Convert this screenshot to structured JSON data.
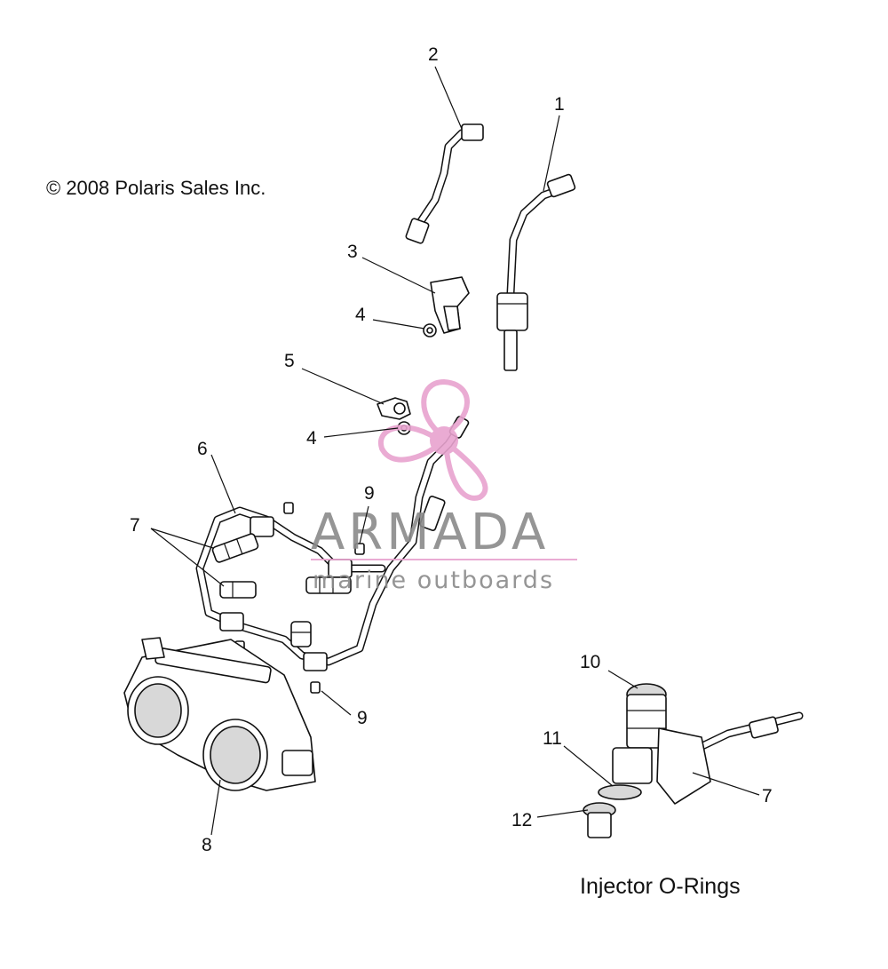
{
  "copyright": "© 2008 Polaris Sales Inc.",
  "caption": "Injector O-Rings",
  "watermark": {
    "brand": "ARMADA",
    "tagline": "marine outboards",
    "color": "#e8a3cf"
  },
  "callouts": [
    {
      "id": "c2",
      "label": "2"
    },
    {
      "id": "c1",
      "label": "1"
    },
    {
      "id": "c3",
      "label": "3"
    },
    {
      "id": "c4a",
      "label": "4"
    },
    {
      "id": "c5",
      "label": "5"
    },
    {
      "id": "c4b",
      "label": "4"
    },
    {
      "id": "c6",
      "label": "6"
    },
    {
      "id": "c9a",
      "label": "9"
    },
    {
      "id": "c7a",
      "label": "7"
    },
    {
      "id": "c9b",
      "label": "9"
    },
    {
      "id": "c8",
      "label": "8"
    },
    {
      "id": "c10",
      "label": "10"
    },
    {
      "id": "c11",
      "label": "11"
    },
    {
      "id": "c7b",
      "label": "7"
    },
    {
      "id": "c12",
      "label": "12"
    }
  ]
}
